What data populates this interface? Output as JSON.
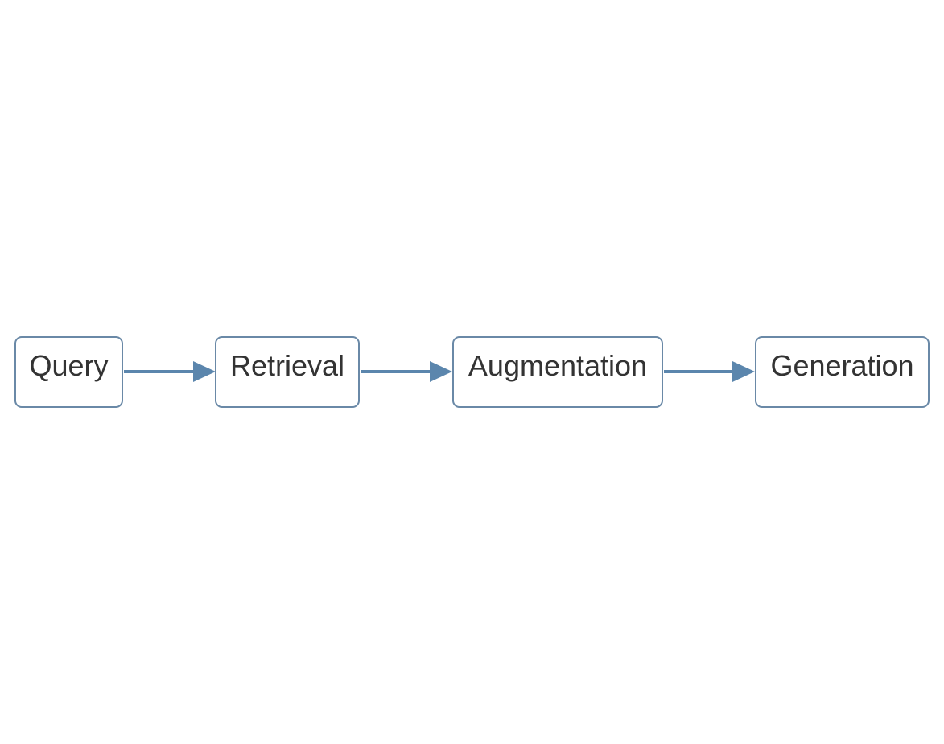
{
  "diagram": {
    "type": "flowchart",
    "direction": "left-to-right",
    "colors": {
      "node_border": "#6a89a7",
      "edge": "#5b86ad",
      "text": "#333333",
      "background": "#ffffff"
    },
    "nodes": [
      {
        "id": "query",
        "label": "Query"
      },
      {
        "id": "retrieval",
        "label": "Retrieval"
      },
      {
        "id": "augmentation",
        "label": "Augmentation"
      },
      {
        "id": "generation",
        "label": "Generation"
      }
    ],
    "edges": [
      {
        "from": "query",
        "to": "retrieval"
      },
      {
        "from": "retrieval",
        "to": "augmentation"
      },
      {
        "from": "augmentation",
        "to": "generation"
      }
    ]
  }
}
